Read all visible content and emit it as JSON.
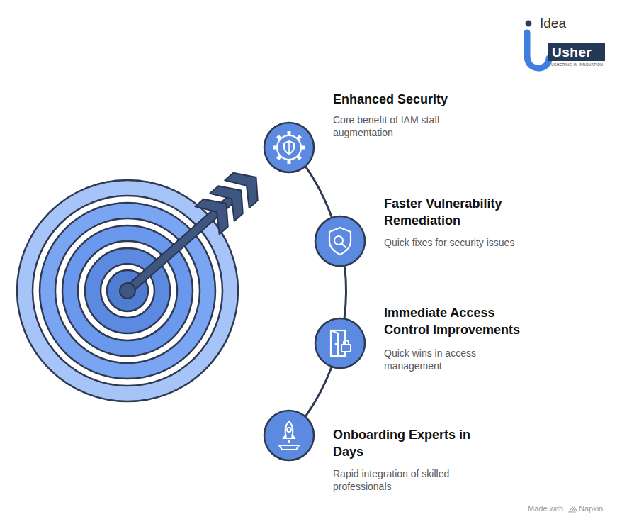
{
  "diagram": {
    "nodes": [
      {
        "text": [
          "Enhanced Security",
          "Core benefit of IAM staff augmentation"
        ]
      },
      {
        "text": [
          "Faster Vulnerability Remediation",
          "Quick fixes for security issues"
        ]
      },
      {
        "text": [
          "Immediate Access Control Improvements",
          "Quick wins in access management"
        ]
      },
      {
        "text": [
          "Onboarding Experts in Days",
          "Rapid integration of skilled professionals"
        ]
      }
    ],
    "edges": [
      {
        "from": 0,
        "to": 1,
        "arrow": "none"
      },
      {
        "from": 1,
        "to": 2,
        "arrow": "none"
      },
      {
        "from": 2,
        "to": 3,
        "arrow": "none"
      }
    ],
    "labels": [
      "Idea",
      "Usher",
      "USHERING IN INNOVATION",
      "Made with",
      "Napkin"
    ]
  }
}
